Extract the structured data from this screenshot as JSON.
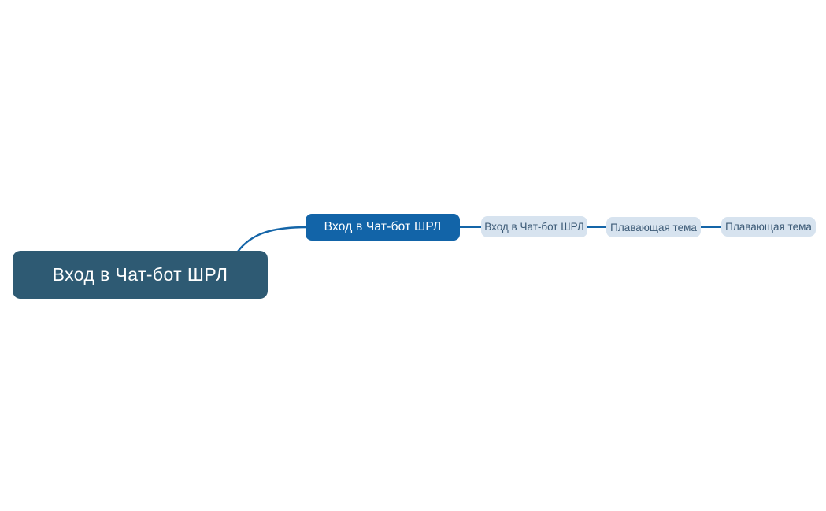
{
  "colors": {
    "canvas_bg": "#ffffff",
    "root_topic_bg": "#2e5a73",
    "root_topic_text": "#ffffff",
    "main_topic_bg": "#1264a8",
    "main_topic_text": "#ffffff",
    "subtopic_bg": "#d7e3ef",
    "subtopic_text": "#3d5b77",
    "connector": "#1465a8"
  },
  "mindmap": {
    "root_topic": {
      "label": "Вход в Чат-бот ШРЛ"
    },
    "main_topic": {
      "label": "Вход в Чат-бот ШРЛ"
    },
    "subtopic": {
      "label": "Вход в Чат-бот ШРЛ"
    },
    "floating_topic_1": {
      "label": "Плавающая тема"
    },
    "floating_topic_2": {
      "label": "Плавающая тема"
    }
  }
}
